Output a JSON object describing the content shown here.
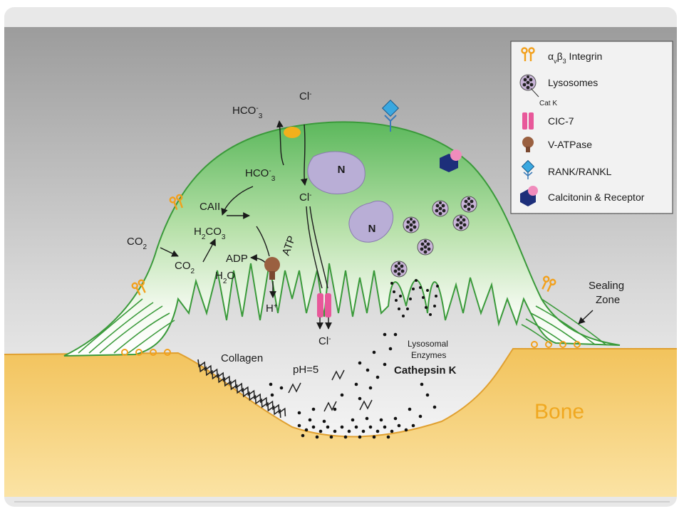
{
  "legend": {
    "items": [
      {
        "greek": "α",
        "sub1": "v",
        "greek2": "β",
        "sub2": "3",
        "rest": " Integrin"
      },
      {
        "label": "Lysosomes",
        "sublabel": "Cat K"
      },
      {
        "label": "CIC-7"
      },
      {
        "label": "V-ATPase"
      },
      {
        "label": "RANK/RANKL"
      },
      {
        "label": "Calcitonin & Receptor"
      }
    ]
  },
  "labels": {
    "hco3_top": {
      "base": "HCO",
      "sup": "-",
      "sub": "3"
    },
    "hco3_mid": {
      "base": "HCO",
      "sup": "-",
      "sub": "3"
    },
    "cl_top": {
      "base": "Cl",
      "sup": "-"
    },
    "cl_mid": {
      "base": "Cl",
      "sup": "-"
    },
    "cl_bottom": {
      "base": "Cl",
      "sup": "-"
    },
    "caii": "CAII",
    "h2co3": {
      "a": "H",
      "b": "2",
      "c": "CO",
      "d": "3"
    },
    "co2_out": {
      "base": "CO",
      "sub": "2"
    },
    "co2_in": {
      "base": "CO",
      "sub": "2"
    },
    "adp": "ADP",
    "atp": "ATP",
    "h2o": {
      "a": "H",
      "b": "2",
      "c": "O"
    },
    "hplus": {
      "base": "H",
      "sup": "+"
    },
    "nucleus": "N",
    "sealing_zone_1": "Sealing",
    "sealing_zone_2": "Zone",
    "collagen": "Collagen",
    "ph": "pH=5",
    "lysosomal_1": "Lysosomal",
    "lysosomal_2": "Enzymes",
    "cathepsin": "Cathepsin K",
    "bone": "Bone"
  },
  "colors": {
    "cell_green": "#5cb85c",
    "cell_edge": "#3a9a3a",
    "bone": "#f3c45a",
    "integrin": "#f2a01c",
    "clc7": "#e8589a",
    "vatpase": "#9a6040",
    "rank": "#3aa8e0",
    "calcitonin": "#1d2f7a",
    "nucleus": "#b9aed6",
    "lysosome": "#c8b4d8"
  }
}
